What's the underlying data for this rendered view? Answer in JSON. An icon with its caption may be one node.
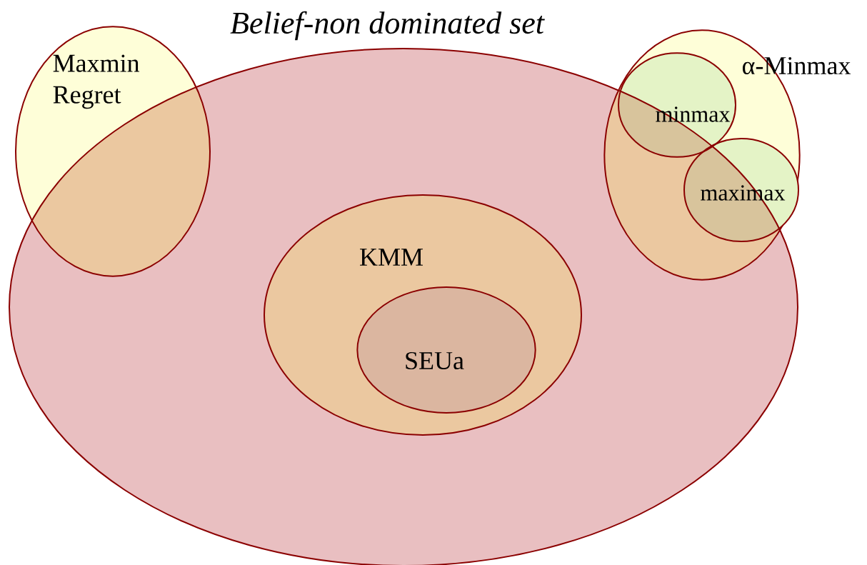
{
  "diagram": {
    "nodes": [
      {
        "text": [
          "Belief-non dominated set"
        ]
      },
      {
        "text": [
          "Maxmin Regret"
        ]
      },
      {
        "text": [
          "α-Minmax"
        ]
      },
      {
        "text": [
          "minmax"
        ],
        "in": 2
      },
      {
        "text": [
          "maximax"
        ],
        "in": 2
      },
      {
        "text": [
          "KMM"
        ],
        "in": 0
      },
      {
        "text": [
          "SEUa"
        ],
        "in": 5
      }
    ]
  }
}
